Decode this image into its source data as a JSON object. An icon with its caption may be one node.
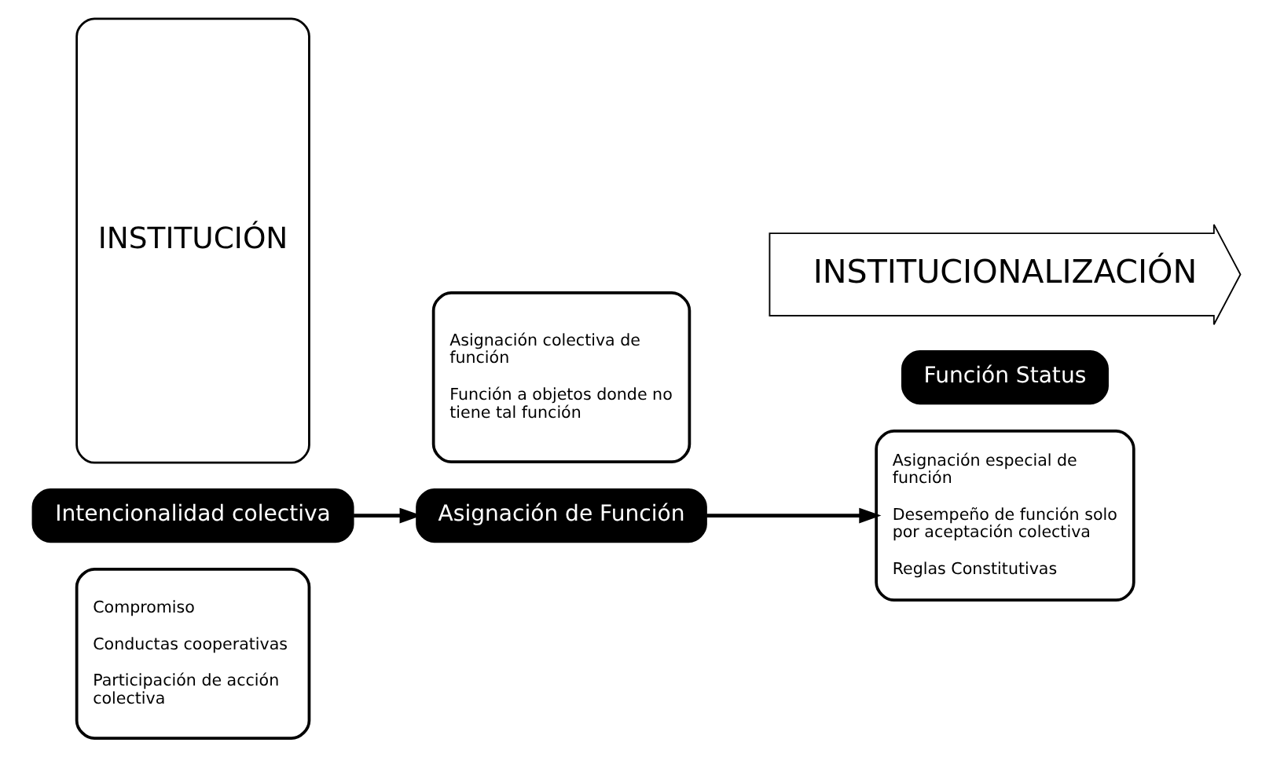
{
  "diagram": {
    "nodes": [
      {
        "text": [
          "Compromiso",
          "Conductas cooperativas",
          "Participación de acción colectiva"
        ]
      },
      {
        "text": [
          "Intencionalidad colectiva"
        ]
      },
      {
        "text": [
          "Asignación de Función"
        ]
      },
      {
        "text": [
          "Asignación colectiva de función",
          "Función a objetos donde no tiene tal función"
        ]
      },
      {
        "text": [
          "Asignación especial de función",
          "Desempeño de función solo por aceptación colectiva",
          "Reglas Constitutivas"
        ]
      },
      {
        "text": [
          "Función Status"
        ]
      },
      {
        "text": [
          "INSTITUCIONALIZACIÓN"
        ]
      },
      {
        "text": [
          "INSTITUCIÓN"
        ]
      }
    ],
    "edges": [
      {
        "from": 1,
        "to": 2,
        "arrow": "to"
      },
      {
        "from": 2,
        "to": 4,
        "arrow": "to"
      }
    ]
  }
}
